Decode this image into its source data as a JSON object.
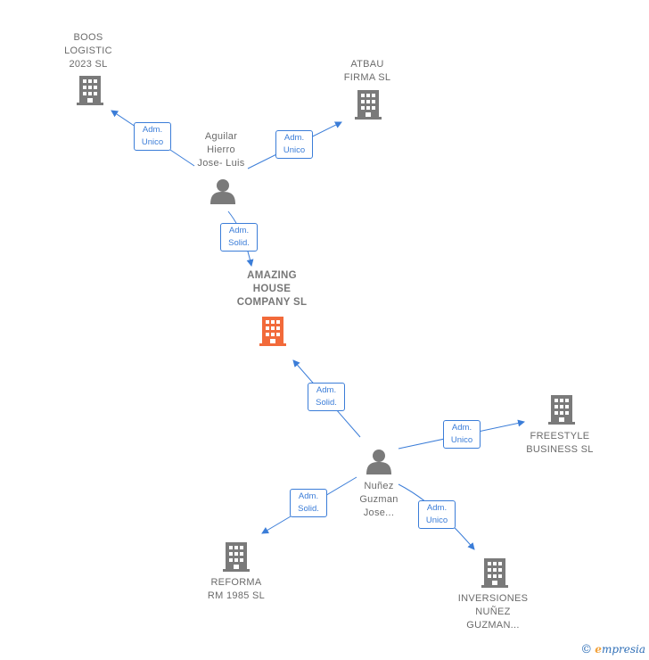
{
  "colors": {
    "edge": "#3b7dd8",
    "company_icon": "#7a7a7a",
    "focus_company_icon": "#f26a3a",
    "person_icon": "#7a7a7a"
  },
  "nodes": {
    "boos": {
      "label": "BOOS\nLOGISTIC\n2023  SL",
      "icon": "building-icon"
    },
    "atbau": {
      "label": "ATBAU\nFIRMA  SL",
      "icon": "building-icon"
    },
    "aguilar": {
      "label": "Aguilar\nHierro\nJose- Luis",
      "icon": "person-icon"
    },
    "amazing": {
      "label": "AMAZING\nHOUSE\nCOMPANY  SL",
      "icon": "building-icon"
    },
    "freestyle": {
      "label": "FREESTYLE\nBUSINESS  SL",
      "icon": "building-icon"
    },
    "nunez": {
      "label": "Nuñez\nGuzman\nJose...",
      "icon": "person-icon"
    },
    "reforma": {
      "label": "REFORMA\nRM 1985  SL",
      "icon": "building-icon"
    },
    "inversiones": {
      "label": "INVERSIONES\nNUÑEZ\nGUZMAN...",
      "icon": "building-icon"
    }
  },
  "edges": {
    "aguilar_boos": "Adm.\nUnico",
    "aguilar_atbau": "Adm.\nUnico",
    "aguilar_amazing": "Adm.\nSolid.",
    "nunez_amazing": "Adm.\nSolid.",
    "nunez_freestyle": "Adm.\nUnico",
    "nunez_reforma": "Adm.\nSolid.",
    "nunez_inversiones": "Adm.\nUnico"
  },
  "footer": {
    "copyright": "©",
    "brand_first": "e",
    "brand_rest": "mpresia"
  }
}
